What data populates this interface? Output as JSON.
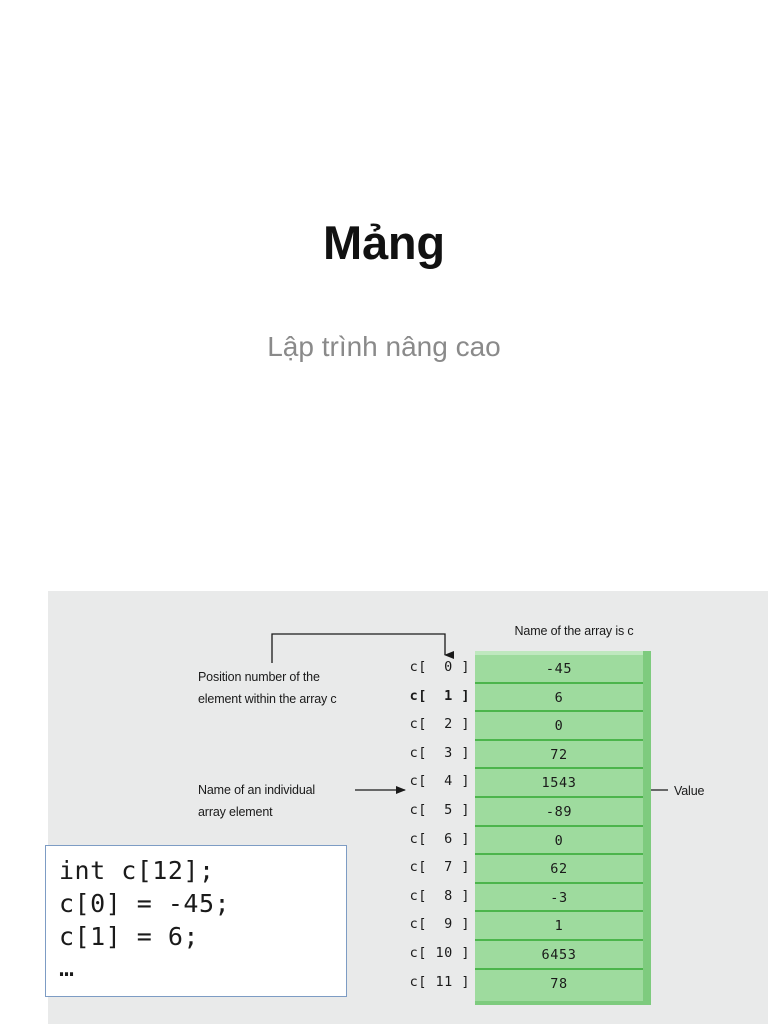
{
  "slide": {
    "title": "Mảng",
    "subtitle": "Lập trình nâng cao"
  },
  "figure": {
    "array_name_label": "Name of the array is c",
    "callout_position": "Position number of the\nelement within the array c",
    "callout_element_name": "Name of an individual\narray element",
    "callout_value": "Value",
    "index_labels": [
      "c[  0 ]",
      "c[  1 ]",
      "c[  2 ]",
      "c[  3 ]",
      "c[  4 ]",
      "c[  5 ]",
      "c[  6 ]",
      "c[  7 ]",
      "c[  8 ]",
      "c[  9 ]",
      "c[ 10 ]",
      "c[ 11 ]"
    ],
    "values": [
      "-45",
      "6",
      "0",
      "72",
      "1543",
      "-89",
      "0",
      "62",
      "-3",
      "1",
      "6453",
      "78"
    ],
    "colors": {
      "panel_background": "#e9eaea",
      "cell_fill": "#9edb9e",
      "cell_divider": "#4cb54c",
      "bevel_light": "#bfe8bf",
      "bevel_dark": "#7ecb7e",
      "line": "#1a1a1a"
    }
  },
  "code_box": {
    "lines": [
      "int c[12];",
      "c[0] = -45;",
      "c[1] = 6;",
      "…"
    ],
    "border_color": "#7d9cc4"
  }
}
